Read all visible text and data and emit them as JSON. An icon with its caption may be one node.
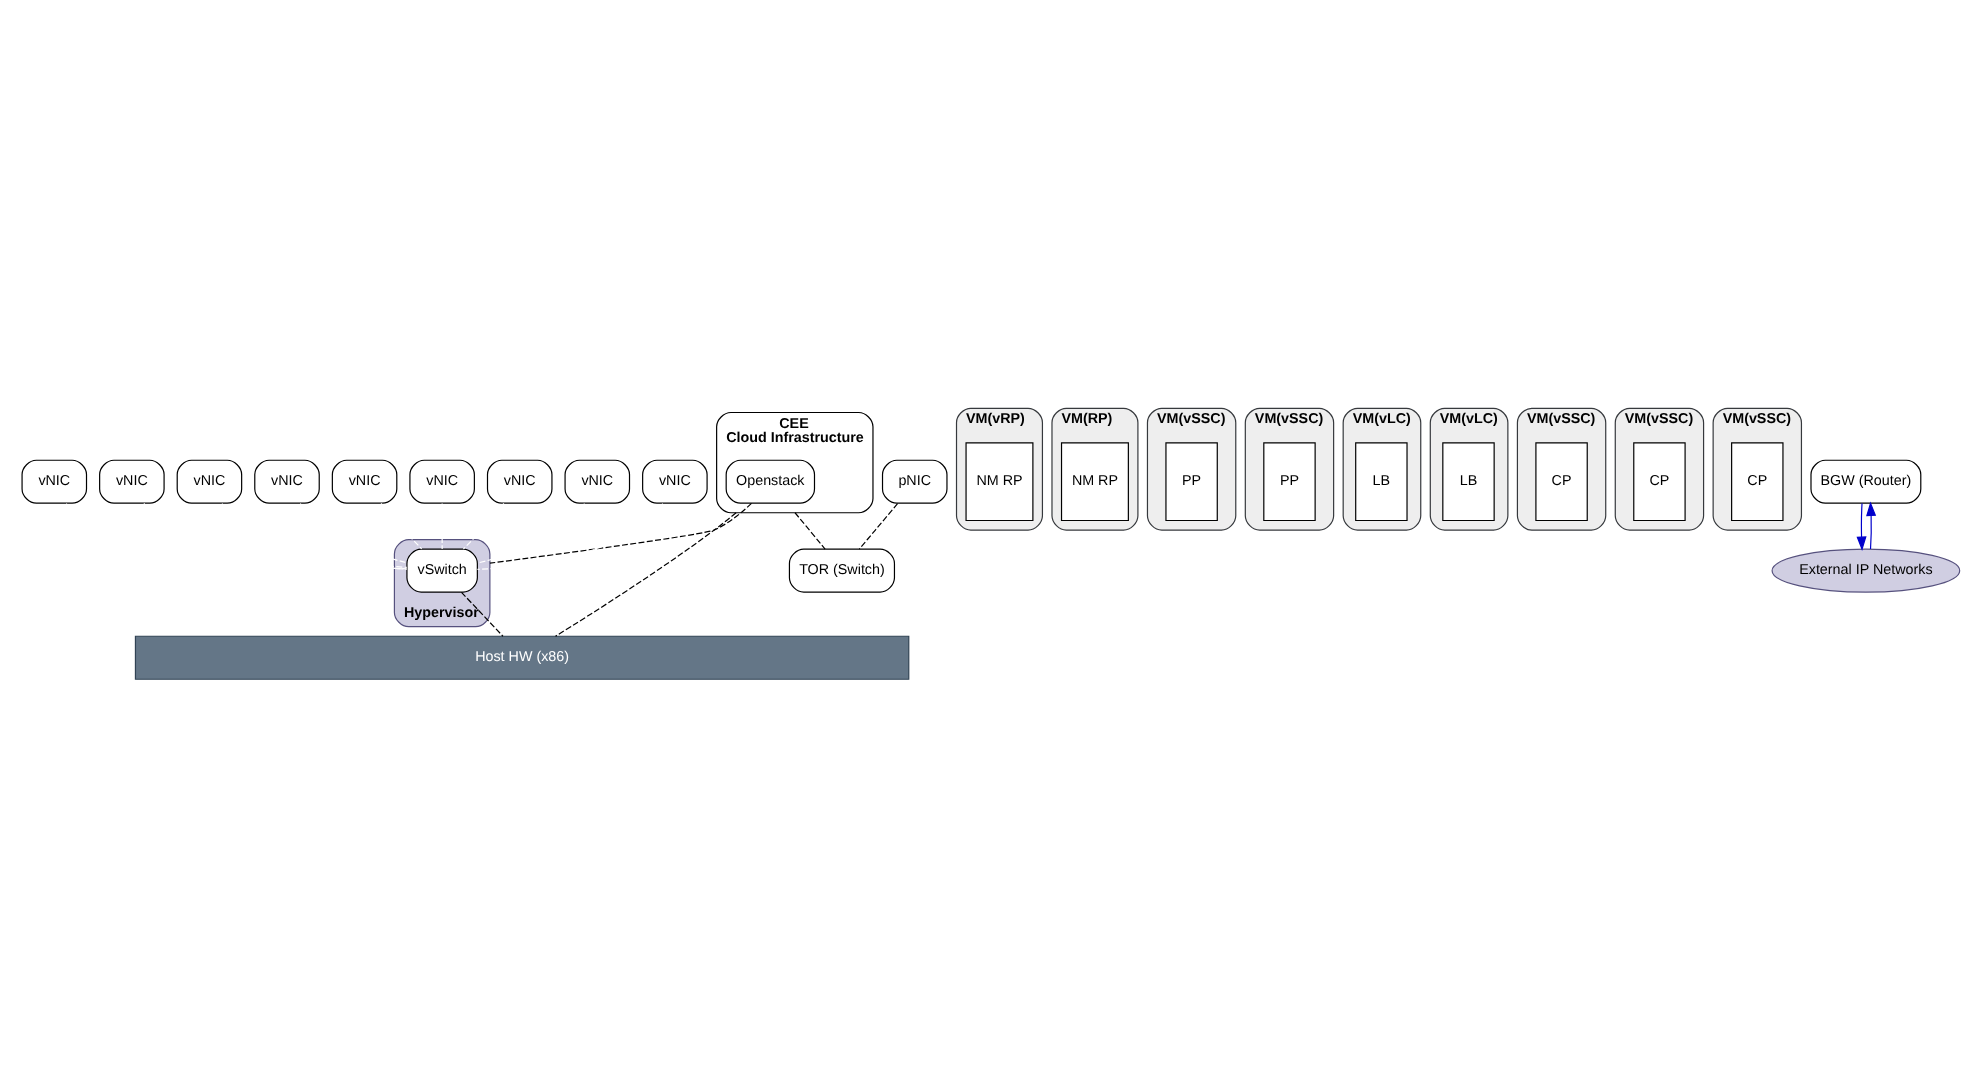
{
  "diagram": {
    "nodes": [
      {
        "text": [
          "CEE",
          "Cloud Infrastructure"
        ]
      },
      {
        "text": [
          "Openstack"
        ],
        "in": 0
      },
      {
        "text": [
          "VM(vRP)"
        ]
      },
      {
        "text": [
          "NM RP"
        ],
        "in": 2
      },
      {
        "text": [
          "VM(RP)"
        ]
      },
      {
        "text": [
          "NM RP"
        ],
        "in": 4
      },
      {
        "text": [
          "VM(vSSC)"
        ]
      },
      {
        "text": [
          "PP"
        ],
        "in": 6
      },
      {
        "text": [
          "VM(vSSC)"
        ]
      },
      {
        "text": [
          "PP"
        ],
        "in": 8
      },
      {
        "text": [
          "VM(vLC)"
        ]
      },
      {
        "text": [
          "LB"
        ],
        "in": 10
      },
      {
        "text": [
          "VM(vLC)"
        ]
      },
      {
        "text": [
          "LB"
        ],
        "in": 12
      },
      {
        "text": [
          "VM(vSSC)"
        ]
      },
      {
        "text": [
          "CP"
        ],
        "in": 14
      },
      {
        "text": [
          "VM(vSSC)"
        ]
      },
      {
        "text": [
          "CP"
        ],
        "in": 16
      },
      {
        "text": [
          "VM(vSSC)"
        ]
      },
      {
        "text": [
          "CP"
        ],
        "in": 18
      },
      {
        "text": [
          "Hypervisor"
        ]
      },
      {
        "text": [
          "vNIC"
        ]
      },
      {
        "text": [
          "vNIC"
        ]
      },
      {
        "text": [
          "vNIC"
        ]
      },
      {
        "text": [
          "vNIC"
        ]
      },
      {
        "text": [
          "vNIC"
        ]
      },
      {
        "text": [
          "vNIC"
        ]
      },
      {
        "text": [
          "vNIC"
        ]
      },
      {
        "text": [
          "vNIC"
        ]
      },
      {
        "text": [
          "vNIC"
        ]
      },
      {
        "text": [
          "vSwitch"
        ],
        "in": 20
      },
      {
        "text": [
          "Host HW (x86)"
        ]
      },
      {
        "text": [
          "pNIC"
        ]
      },
      {
        "text": [
          "TOR (Switch)"
        ]
      },
      {
        "text": [
          "BGW (Router)"
        ]
      },
      {
        "text": [
          "External IP Networks"
        ]
      }
    ],
    "edges": [
      {
        "from": 21,
        "to": 30,
        "arrow": "none",
        "style": "dashed"
      },
      {
        "from": 22,
        "to": 30,
        "arrow": "none",
        "style": "dashed"
      },
      {
        "from": 23,
        "to": 30,
        "arrow": "none",
        "style": "dashed"
      },
      {
        "from": 24,
        "to": 30,
        "arrow": "none",
        "style": "dashed"
      },
      {
        "from": 25,
        "to": 30,
        "arrow": "none",
        "style": "dashed"
      },
      {
        "from": 26,
        "to": 30,
        "arrow": "none",
        "style": "dashed"
      },
      {
        "from": 27,
        "to": 30,
        "arrow": "none",
        "style": "dashed"
      },
      {
        "from": 28,
        "to": 30,
        "arrow": "none",
        "style": "dashed"
      },
      {
        "from": 29,
        "to": 30,
        "arrow": "none",
        "style": "dashed"
      },
      {
        "from": 1,
        "to": 20,
        "arrow": "none",
        "style": "dashed",
        "color": "#000000"
      },
      {
        "from": 0,
        "to": 31,
        "arrow": "none",
        "style": "dashed",
        "color": "#000000"
      },
      {
        "from": 0,
        "to": 33,
        "arrow": "none",
        "style": "dashed",
        "color": "#000000"
      },
      {
        "from": 30,
        "to": 31,
        "arrow": "none",
        "style": "dashed",
        "color": "#000000"
      },
      {
        "from": 32,
        "to": 33,
        "arrow": "none",
        "style": "dashed",
        "color": "#000000"
      },
      {
        "from": 35,
        "to": 34,
        "arrow": "to",
        "color": "#0000cc"
      },
      {
        "from": 34,
        "to": 35,
        "arrow": "to",
        "color": "#0000cc"
      }
    ]
  }
}
